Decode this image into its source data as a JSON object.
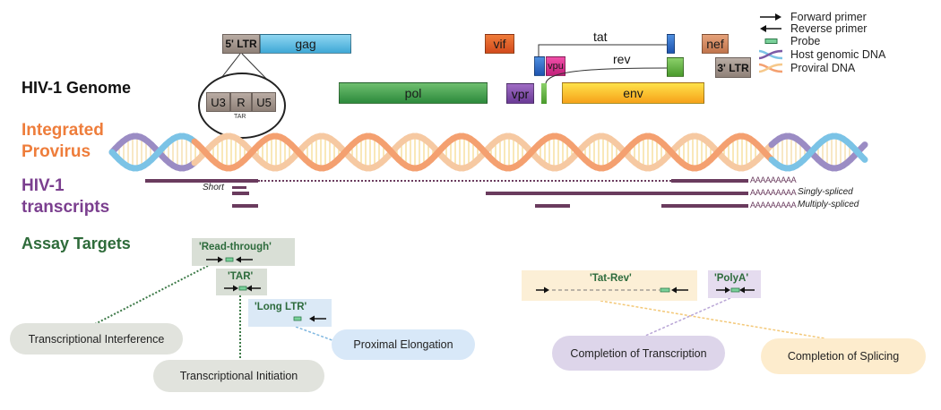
{
  "sections": {
    "genome": "HIV-1 Genome",
    "provirus_line1": "Integrated",
    "provirus_line2": "Provirus",
    "transcripts_line1": "HIV-1",
    "transcripts_line2": "transcripts",
    "assay": "Assay Targets"
  },
  "genes": {
    "ltr5": "5' LTR",
    "gag": "gag",
    "pol": "pol",
    "vif": "vif",
    "vpr": "vpr",
    "vpu": "vpu",
    "tat": "tat",
    "rev": "rev",
    "env": "env",
    "nef": "nef",
    "ltr3": "3' LTR"
  },
  "ltr_zoom": {
    "u3": "U3",
    "r": "R",
    "u5": "U5",
    "tar": "TAR"
  },
  "legend": {
    "forward": "Forward primer",
    "reverse": "Reverse primer",
    "probe": "Probe",
    "host": "Host genomic DNA",
    "proviral": "Proviral DNA"
  },
  "transcripts": {
    "short": "Short",
    "polyA": "AAAAAAAAA",
    "singly": "Singly-spliced",
    "multiply": "Multiply-spliced"
  },
  "assays": {
    "readthrough": "'Read-through'",
    "tar": "'TAR'",
    "longltr": "'Long LTR'",
    "tatrev": "'Tat-Rev'",
    "polya": "'PolyA'"
  },
  "outcomes": {
    "interference": "Transcriptional Interference",
    "initiation": "Transcriptional Initiation",
    "elongation": "Proximal Elongation",
    "completion_tx": "Completion of Transcription",
    "completion_sp": "Completion of Splicing"
  },
  "colors": {
    "provirus_title": "#ee7d3b",
    "transcripts_title": "#7b3f8f",
    "assay_title": "#2e6b3a",
    "transcript_bar": "#6a3b5e",
    "host_dna": "#7bc3e6",
    "proviral_dna": "#f4a070"
  }
}
